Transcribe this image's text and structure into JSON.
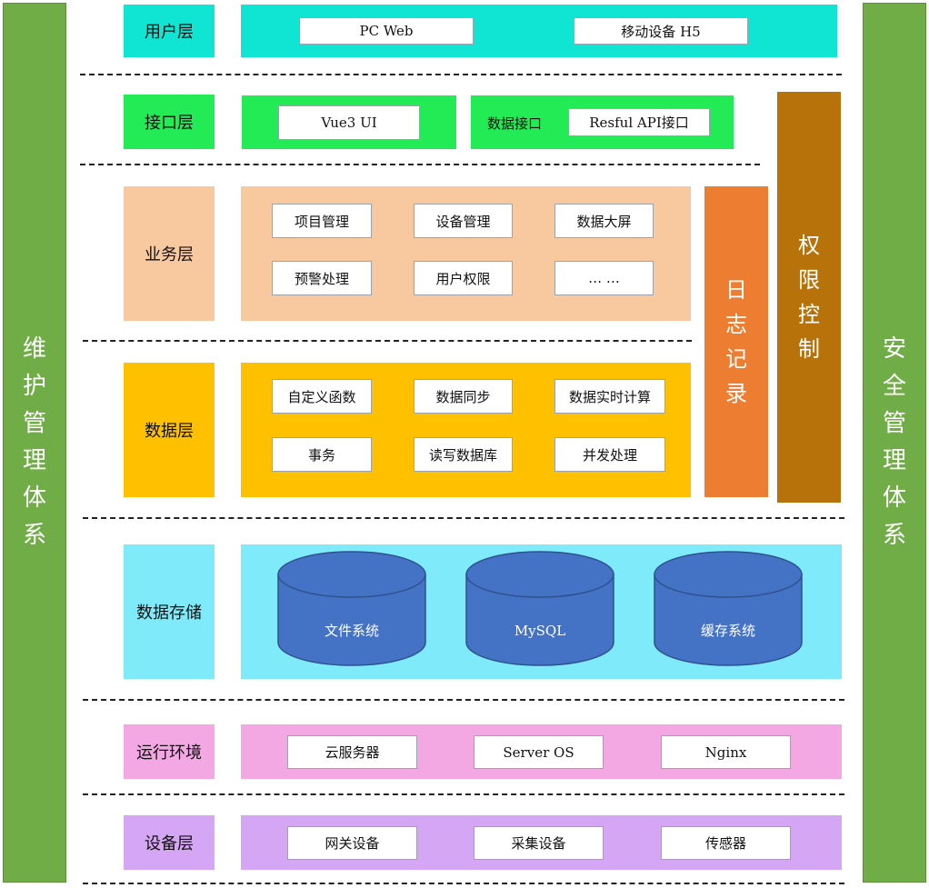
{
  "colors": {
    "side": "#70AD47",
    "user_layer": "#0FE5D2",
    "interface_layer": "#22EB55",
    "business_layer": "#F8C99E",
    "data_layer": "#FFC000",
    "storage_layer": "#7FEBFA",
    "runtime_layer": "#F3A8E4",
    "device_layer": "#D5A6F3",
    "log": "#ED7D31",
    "permission": "#B8720A",
    "cylinder": "#4472C4"
  },
  "left_side": {
    "chars": [
      "维",
      "护",
      "管",
      "理",
      "体",
      "系"
    ]
  },
  "right_side": {
    "chars": [
      "安",
      "全",
      "管",
      "理",
      "体",
      "系"
    ]
  },
  "log_bar": {
    "chars": [
      "日",
      "志",
      "记",
      "录"
    ]
  },
  "permission_bar": {
    "chars": [
      "权",
      "限",
      "控",
      "制"
    ]
  },
  "layers": {
    "user": {
      "label": "用户层",
      "items": [
        "PC Web",
        "移动设备 H5"
      ]
    },
    "interface": {
      "label": "接口层",
      "items": [
        "Vue3 UI",
        "Resful API接口"
      ],
      "sub_label": "数据接口"
    },
    "business": {
      "label": "业务层",
      "items": [
        "项目管理",
        "设备管理",
        "数据大屏",
        "预警处理",
        "用户权限",
        "… …"
      ]
    },
    "data": {
      "label": "数据层",
      "items": [
        "自定义函数",
        "数据同步",
        "数据实时计算",
        "事务",
        "读写数据库",
        "并发处理"
      ]
    },
    "storage": {
      "label": "数据存储",
      "items": [
        "文件系统",
        "MySQL",
        "缓存系统"
      ]
    },
    "runtime": {
      "label": "运行环境",
      "items": [
        "云服务器",
        "Server OS",
        "Nginx"
      ]
    },
    "device": {
      "label": "设备层",
      "items": [
        "网关设备",
        "采集设备",
        "传感器"
      ]
    }
  }
}
